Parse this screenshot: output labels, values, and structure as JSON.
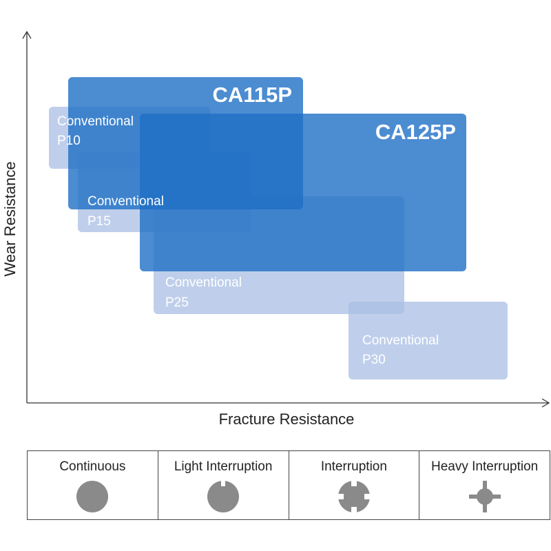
{
  "axes": {
    "x_title": "Fracture Resistance",
    "y_title": "Wear Resistance"
  },
  "regions": [
    {
      "id": "p10",
      "line1": "Conventional",
      "line2": "P10",
      "kind": "conventional",
      "color": "#a9bfe4"
    },
    {
      "id": "p15",
      "line1": "Conventional",
      "line2": "P15",
      "kind": "conventional",
      "color": "#a9bfe4"
    },
    {
      "id": "p25",
      "line1": "Conventional",
      "line2": "P25",
      "kind": "conventional",
      "color": "#a9bfe4"
    },
    {
      "id": "p30",
      "line1": "Conventional",
      "line2": "P30",
      "kind": "conventional",
      "color": "#a9bfe4"
    },
    {
      "id": "ca115p",
      "label": "CA115P",
      "kind": "grade",
      "color": "#1f6fc5"
    },
    {
      "id": "ca125p",
      "label": "CA125P",
      "kind": "grade",
      "color": "#1f6fc5"
    }
  ],
  "legend": {
    "items": [
      {
        "label": "Continuous",
        "icon": "solid-circle-icon"
      },
      {
        "label": "Light Interruption",
        "icon": "circle-one-notch-icon"
      },
      {
        "label": "Interruption",
        "icon": "circle-four-notch-icon"
      },
      {
        "label": "Heavy Interruption",
        "icon": "circle-cross-icon"
      }
    ],
    "icon_color": "#8a8a8a"
  }
}
